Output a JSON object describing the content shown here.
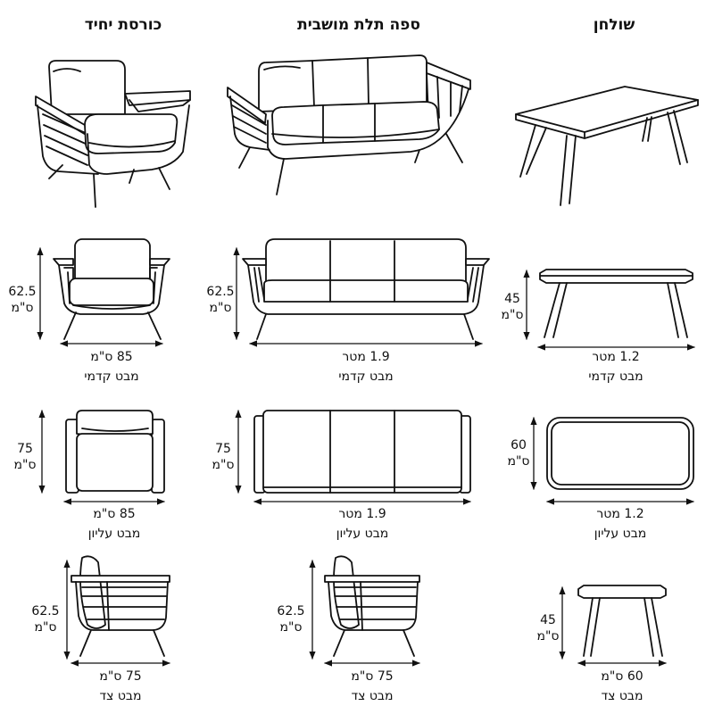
{
  "columns": {
    "chair": "כורסת יחיד",
    "sofa": "ספה תלת מושבית",
    "table": "שולחן"
  },
  "views": {
    "front": "מבט קדמי",
    "top": "מבט עליון",
    "side": "מבט צד"
  },
  "dimensions": {
    "chair_front_height": "62.5",
    "chair_front_width": "85 ס\"מ",
    "sofa_front_height": "62.5",
    "sofa_front_width": "1.9 מטר",
    "table_front_height": "45",
    "table_front_width": "1.2 מטר",
    "chair_top_depth": "75",
    "chair_top_width": "85 ס\"מ",
    "sofa_top_depth": "75",
    "sofa_top_width": "1.9 מטר",
    "table_top_depth": "60",
    "table_top_width": "1.2 מטר",
    "chair_side_height": "62.5",
    "chair_side_depth": "75 ס\"מ",
    "sofa_side_height": "62.5",
    "sofa_side_depth": "75 ס\"מ",
    "table_side_height": "45",
    "table_side_depth": "60 ס\"מ",
    "unit_cm": "ס\"מ"
  }
}
